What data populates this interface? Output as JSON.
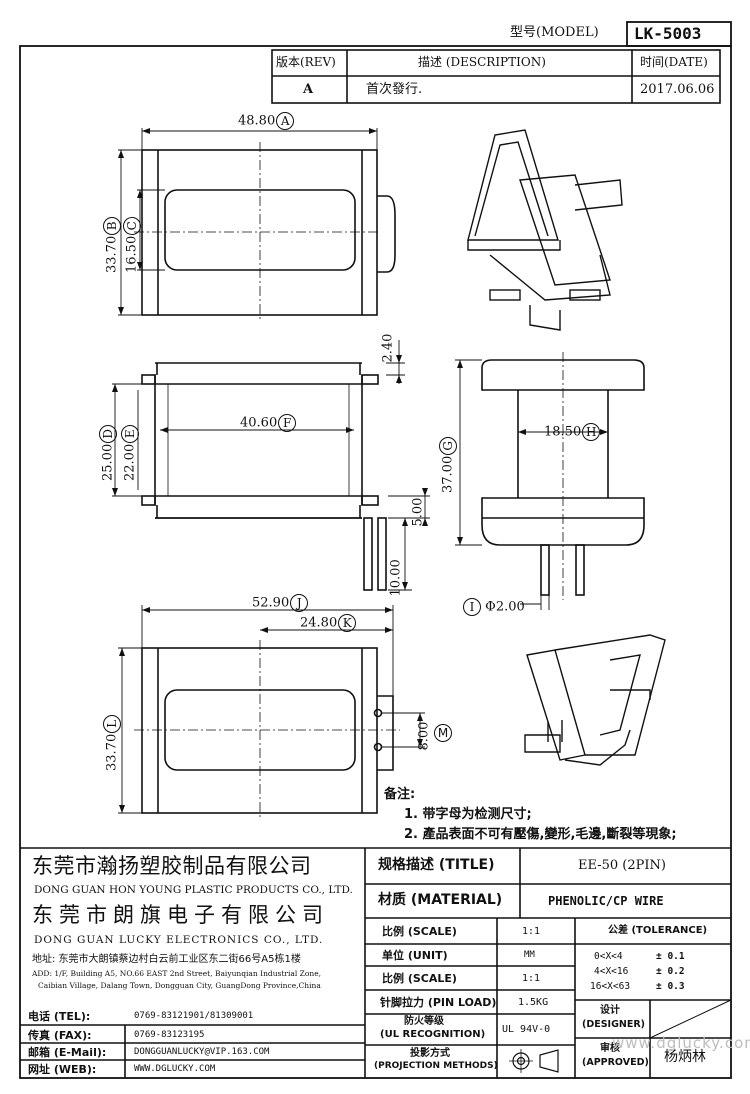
{
  "header": {
    "model_label": "型号(MODEL)",
    "model_value": "LK-5003"
  },
  "revision_table": {
    "col_rev": "版本(REV)",
    "col_desc": "描述 (DESCRIPTION)",
    "col_date": "时间(DATE)",
    "rows": [
      {
        "rev": "A",
        "desc": "首次發行.",
        "date": "2017.06.06"
      }
    ]
  },
  "dimensions": {
    "top_width": "48.80",
    "top_width_tag": "A",
    "top_height": "33.70",
    "top_height_tag": "B",
    "top_inner": "16.50",
    "top_inner_tag": "C",
    "side_flange_thk": "2.40",
    "side_outer": "25.00",
    "side_outer_tag": "D",
    "side_inner": "22.00",
    "side_inner_tag": "E",
    "side_length": "40.60",
    "side_length_tag": "F",
    "side_base": "5.00",
    "side_pin": "10.00",
    "front_height": "37.00",
    "front_height_tag": "G",
    "front_core": "18.50",
    "front_core_tag": "H",
    "pin_dia": "2.00",
    "pin_dia_tag": "I",
    "bottom_width": "52.90",
    "bottom_width_tag": "J",
    "bottom_half": "24.80",
    "bottom_half_tag": "K",
    "bottom_height": "33.70",
    "bottom_height_tag": "L",
    "pin_pitch": "8.00",
    "pin_pitch_tag": "M",
    "phi": "Φ"
  },
  "notes": {
    "title": "备注:",
    "items": [
      "1. 带字母为检测尺寸;",
      "2. 產品表面不可有壓傷,變形,毛邊,斷裂等現象;"
    ]
  },
  "company": {
    "name1_cn": "东莞市瀚扬塑胶制品有限公司",
    "name1_en": "DONG GUAN HON YOUNG PLASTIC PRODUCTS CO., LTD.",
    "name2_cn": "东莞市朗旗电子有限公司",
    "name2_en": "DONG GUAN LUCKY ELECTRONICS CO., LTD.",
    "address_cn": "地址: 东莞市大朗镇蔡边村白云前工业区东二街66号A5栋1楼",
    "address_en1": "ADD: 1/F, Building A5, NO.66 EAST 2nd Street, Baiyunqian Industrial Zone,",
    "address_en2": "Caibian Village, Dalang Town, Dongguan City, GuangDong Province,China"
  },
  "contact": {
    "tel_label": "电话 (TEL):",
    "tel": "0769-83121901/81309001",
    "fax_label": "传真 (FAX):",
    "fax": "0769-83123195",
    "mail_label": "邮箱 (E-Mail):",
    "mail": "DONGGUANLUCKY@VIP.163.COM",
    "web_label": "网址 (WEB):",
    "web": "WWW.DGLUCKY.COM"
  },
  "spec": {
    "title_label": "规格描述 (TITLE)",
    "title_value": "EE-50 (2PIN)",
    "material_label": "材质 (MATERIAL)",
    "material_value": "PHENOLIC/CP WIRE",
    "scale_label": "比例 (SCALE)",
    "scale_value": "1:1",
    "unit_label": "单位 (UNIT)",
    "unit_value": "MM",
    "scale2_label": "比例 (SCALE)",
    "scale2_value": "1:1",
    "pin_load_label": "针脚拉力 (PIN LOAD)",
    "pin_load_value": "1.5KG",
    "ul_label1": "防火等级",
    "ul_label2": "(UL RECOGNITION)",
    "ul_value": "UL 94V-0",
    "proj_label1": "投影方式",
    "proj_label2": "(PROJECTION METHODS)",
    "tolerance_label": "公差 (TOLERANCE)",
    "tol": [
      {
        "range": "0<X<4",
        "val": "± 0.1"
      },
      {
        "range": "4<X<16",
        "val": "± 0.2"
      },
      {
        "range": "16<X<63",
        "val": "± 0.3"
      }
    ],
    "designer_label1": "设计",
    "designer_label2": "(DESIGNER)",
    "approved_label1": "审核",
    "approved_label2": "(APPROVED)",
    "approved_value": "杨炳林"
  },
  "watermark": "www.dglucky.com"
}
